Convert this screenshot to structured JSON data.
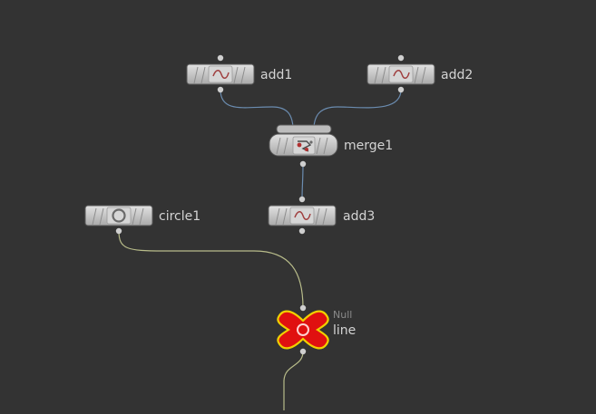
{
  "network": {
    "nodes": {
      "add1": {
        "name": "add1",
        "icon": "wave-icon"
      },
      "add2": {
        "name": "add2",
        "icon": "wave-icon"
      },
      "merge1": {
        "name": "merge1",
        "icon": "merge-icon"
      },
      "circle1": {
        "name": "circle1",
        "icon": "circle-icon"
      },
      "add3": {
        "name": "add3",
        "icon": "wave-icon"
      },
      "line": {
        "name": "line",
        "type_label": "Null",
        "icon": "null-cross-icon"
      }
    },
    "colors": {
      "background": "#333333",
      "node_body": "#c8c8c8",
      "wire_blue": "#6b8cb0",
      "wire_yellow": "#b8bc8a",
      "null_red": "#e01010",
      "null_outline": "#f0d000",
      "label": "#d4d4d4",
      "type_label": "#8a8a8a"
    }
  }
}
